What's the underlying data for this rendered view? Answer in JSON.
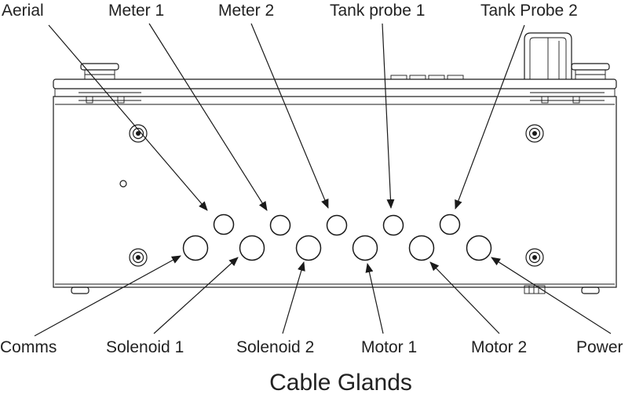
{
  "diagram": {
    "top_labels": [
      {
        "id": "aerial",
        "text": "Aerial"
      },
      {
        "id": "meter-1",
        "text": "Meter 1"
      },
      {
        "id": "meter-2",
        "text": "Meter 2"
      },
      {
        "id": "tank-probe-1",
        "text": "Tank probe 1"
      },
      {
        "id": "tank-probe-2",
        "text": "Tank Probe 2"
      }
    ],
    "bottom_labels": [
      {
        "id": "comms",
        "text": "Comms"
      },
      {
        "id": "solenoid-1",
        "text": "Solenoid 1"
      },
      {
        "id": "solenoid-2",
        "text": "Solenoid 2"
      },
      {
        "id": "motor-1",
        "text": "Motor 1"
      },
      {
        "id": "motor-2",
        "text": "Motor 2"
      },
      {
        "id": "power",
        "text": "Power"
      }
    ],
    "caption": "Cable Glands"
  }
}
